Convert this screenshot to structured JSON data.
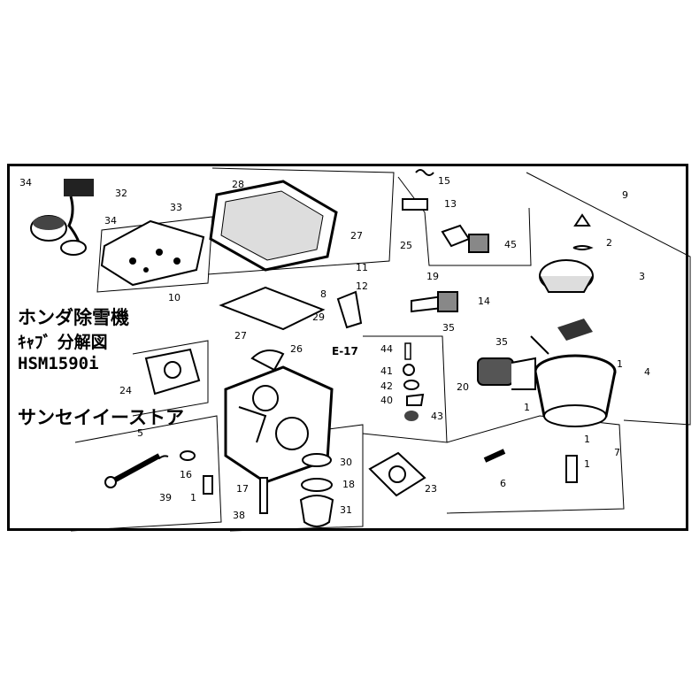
{
  "overlay": {
    "title": "ホンダ除雪機",
    "subtitle": "ｷｬﾌﾞ 分解図",
    "model": "HSM1590i",
    "store": "サンセイイーストア"
  },
  "diagram": {
    "ref_label": "E-17",
    "callouts": [
      "34",
      "32",
      "33",
      "34",
      "28",
      "15",
      "13",
      "9",
      "27",
      "25",
      "2",
      "45",
      "11",
      "19",
      "3",
      "12",
      "8",
      "14",
      "10",
      "29",
      "35",
      "27",
      "26",
      "35",
      "1",
      "4",
      "44",
      "41",
      "24",
      "42",
      "20",
      "40",
      "43",
      "1",
      "5",
      "16",
      "30",
      "18",
      "17",
      "39",
      "1",
      "38",
      "31",
      "23",
      "6",
      "1",
      "1",
      "7"
    ]
  }
}
